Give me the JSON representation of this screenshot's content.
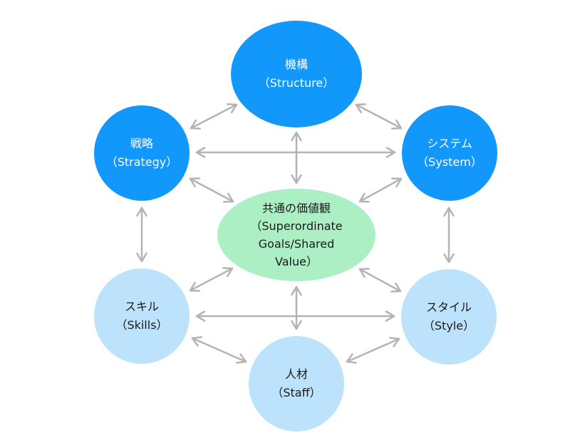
{
  "colors": {
    "primary-node-fill": "#1297FB",
    "primary-node-text": "#FFFFFF",
    "light-node-fill": "#BCE3FB",
    "center-node-fill": "#ACEFC4",
    "dark-text": "#1A1A1A",
    "arrow": "#B4B4B4",
    "background": "#FFFFFF"
  },
  "diagram": {
    "type": "7s-framework",
    "nodes": {
      "structure": {
        "lines": [
          "機構",
          "（Structure）"
        ],
        "fill": "#1297FB",
        "text_color": "#FFFFFF"
      },
      "strategy": {
        "lines": [
          "戦略",
          "（Strategy）"
        ],
        "fill": "#1297FB",
        "text_color": "#FFFFFF"
      },
      "system": {
        "lines": [
          "システム",
          "（System）"
        ],
        "fill": "#1297FB",
        "text_color": "#FFFFFF"
      },
      "shared_value": {
        "lines": [
          "共通の価値観",
          "（Superordinate",
          "Goals/Shared",
          "Value）"
        ],
        "fill": "#ACEFC4",
        "text_color": "#1A1A1A"
      },
      "skills": {
        "lines": [
          "スキル",
          "（Skills）"
        ],
        "fill": "#BCE3FB",
        "text_color": "#1A1A1A"
      },
      "style": {
        "lines": [
          "スタイル",
          "（Style）"
        ],
        "fill": "#BCE3FB",
        "text_color": "#1A1A1A"
      },
      "staff": {
        "lines": [
          "人材",
          "（Staff）"
        ],
        "fill": "#BCE3FB",
        "text_color": "#1A1A1A"
      }
    },
    "edge_style": {
      "arrows": "double-headed",
      "color": "#B4B4B4"
    },
    "edges": [
      {
        "from": "strategy",
        "to": "structure"
      },
      {
        "from": "structure",
        "to": "system"
      },
      {
        "from": "strategy",
        "to": "system"
      },
      {
        "from": "structure",
        "to": "shared_value"
      },
      {
        "from": "strategy",
        "to": "shared_value"
      },
      {
        "from": "system",
        "to": "shared_value"
      },
      {
        "from": "strategy",
        "to": "skills"
      },
      {
        "from": "system",
        "to": "style"
      },
      {
        "from": "skills",
        "to": "shared_value"
      },
      {
        "from": "style",
        "to": "shared_value"
      },
      {
        "from": "skills",
        "to": "style"
      },
      {
        "from": "shared_value",
        "to": "staff"
      },
      {
        "from": "skills",
        "to": "staff"
      },
      {
        "from": "style",
        "to": "staff"
      }
    ]
  }
}
